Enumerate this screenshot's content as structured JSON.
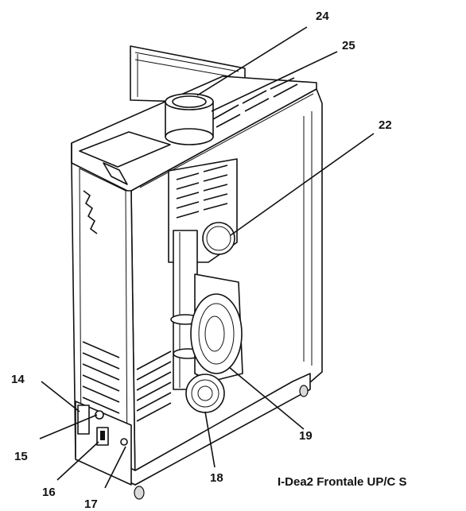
{
  "callouts": [
    {
      "id": "24",
      "label": "24"
    },
    {
      "id": "25",
      "label": "25"
    },
    {
      "id": "22",
      "label": "22"
    },
    {
      "id": "14",
      "label": "14"
    },
    {
      "id": "15",
      "label": "15"
    },
    {
      "id": "16",
      "label": "16"
    },
    {
      "id": "17",
      "label": "17"
    },
    {
      "id": "18",
      "label": "18"
    },
    {
      "id": "19",
      "label": "19"
    }
  ],
  "caption": "I-Dea2 Frontale UP/C S"
}
